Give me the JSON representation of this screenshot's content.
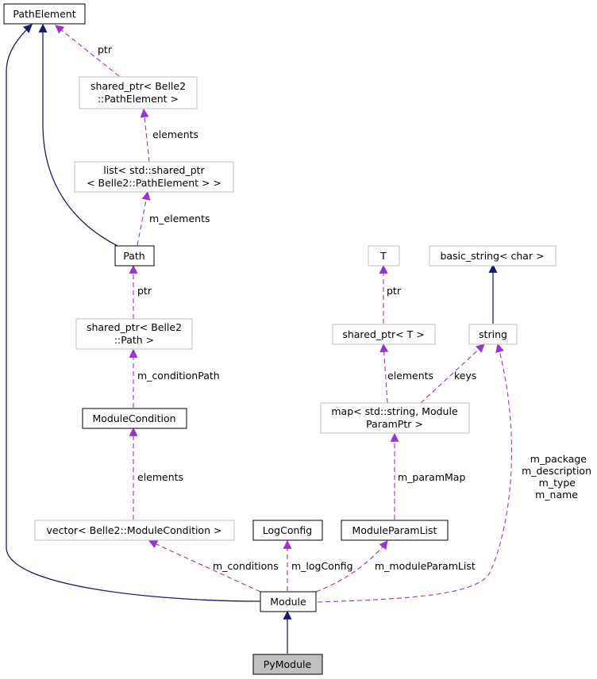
{
  "title": "Collaboration diagram for PyModule",
  "colors": {
    "inherit_edge": "#191970",
    "usage_edge": "#9a32cd",
    "node_border_solid": "#000000",
    "node_border_faded": "#bfbfbf",
    "highlight_fill": "#bfbfbf"
  },
  "nodes": {
    "path_element": "PathElement",
    "shared_ptr_path_element": [
      "shared_ptr< Belle2",
      "::PathElement >"
    ],
    "list_shared_ptr": [
      "list< std::shared_ptr",
      "< Belle2::PathElement > >"
    ],
    "path": "Path",
    "shared_ptr_path": [
      "shared_ptr< Belle2",
      "::Path >"
    ],
    "module_condition": "ModuleCondition",
    "vector_module_condition": "vector< Belle2::ModuleCondition >",
    "log_config": "LogConfig",
    "module_param_list": "ModuleParamList",
    "module": "Module",
    "py_module": "PyModule",
    "t": "T",
    "basic_string": "basic_string< char >",
    "shared_ptr_t": "shared_ptr< T >",
    "string": "string",
    "map": [
      "map< std::string, Module",
      "ParamPtr >"
    ]
  },
  "edge_labels": {
    "ptr_path_element": "ptr",
    "elements_list": "elements",
    "m_elements": "m_elements",
    "ptr_path": "ptr",
    "m_condition_path": "m_conditionPath",
    "elements_vector": "elements",
    "m_conditions": "m_conditions",
    "m_log_config": "m_logConfig",
    "m_module_param_list": "m_moduleParamList",
    "m_param_map": "m_paramMap",
    "ptr_t": "ptr",
    "elements_map": "elements",
    "keys": "keys",
    "string_members": [
      "m_package",
      "m_description",
      "m_type",
      "m_name"
    ]
  }
}
